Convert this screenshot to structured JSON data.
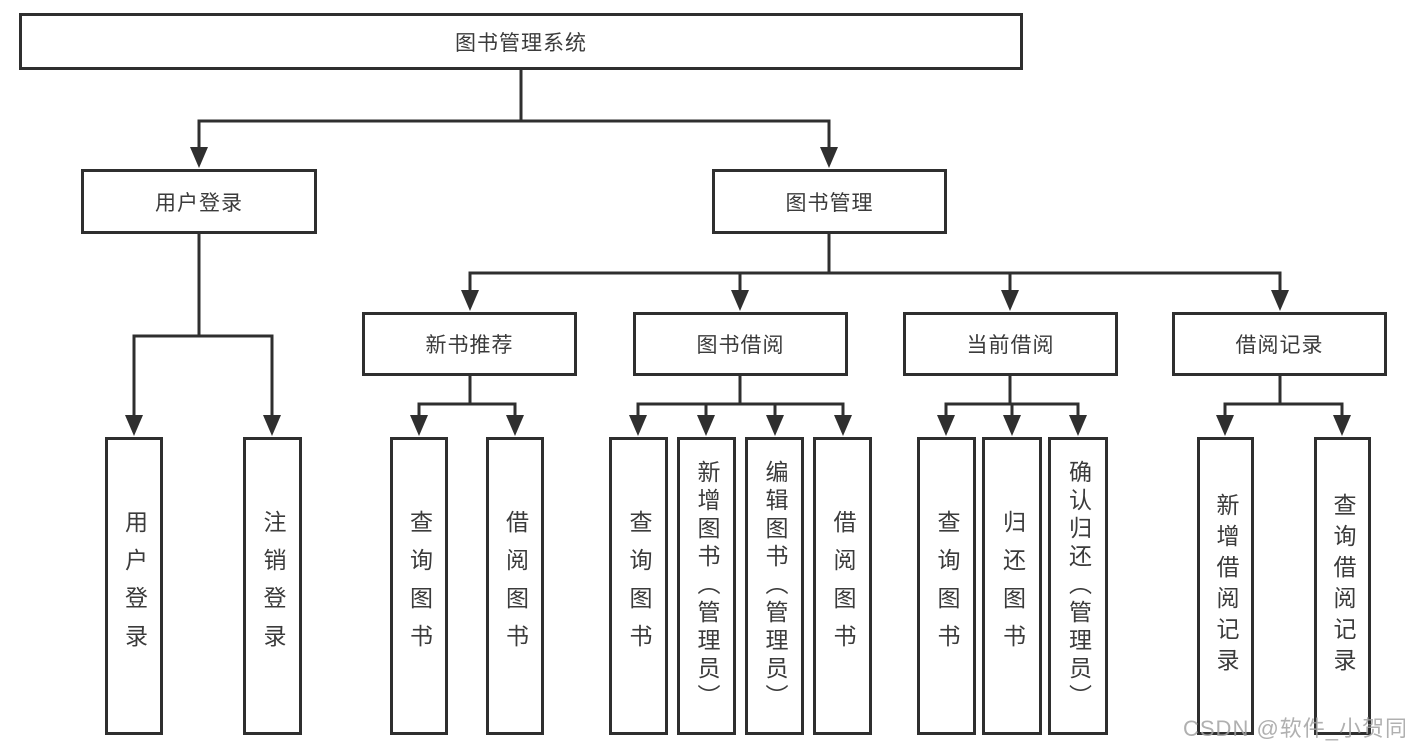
{
  "tree": {
    "label": "图书管理系统",
    "children": [
      {
        "label": "用户登录",
        "children": [
          {
            "label": "用户登录"
          },
          {
            "label": "注销登录"
          }
        ]
      },
      {
        "label": "图书管理",
        "children": [
          {
            "label": "新书推荐",
            "children": [
              {
                "label": "查询图书"
              },
              {
                "label": "借阅图书"
              }
            ]
          },
          {
            "label": "图书借阅",
            "children": [
              {
                "label": "查询图书"
              },
              {
                "label": "新增图书（管理员）"
              },
              {
                "label": "编辑图书（管理员）"
              },
              {
                "label": "借阅图书"
              }
            ]
          },
          {
            "label": "当前借阅",
            "children": [
              {
                "label": "查询图书"
              },
              {
                "label": "归还图书"
              },
              {
                "label": "确认归还（管理员）"
              }
            ]
          },
          {
            "label": "借阅记录",
            "children": [
              {
                "label": "新增借阅记录"
              },
              {
                "label": "查询借阅记录"
              }
            ]
          }
        ]
      }
    ]
  },
  "watermark": "CSDN @软件_小贺同学",
  "colors": {
    "line": "#2f2f2f",
    "text": "#3b3b3b",
    "background": "#ffffff",
    "watermark": "#a3a3a3"
  }
}
